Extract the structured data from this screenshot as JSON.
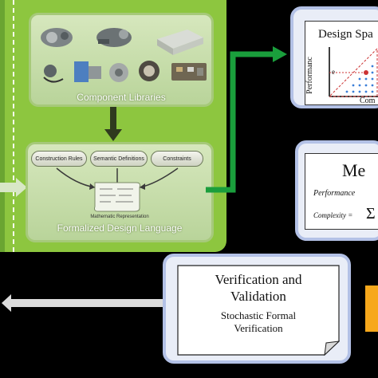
{
  "component_libraries": {
    "caption": "Component Libraries"
  },
  "design_language": {
    "caption": "Formalized Design Language",
    "math_caption": "Mathematic Representation",
    "items": [
      "Construction Rules",
      "Semantic Definitions",
      "Constraints"
    ]
  },
  "design_space": {
    "title": "Design Spa",
    "y_label": "Performanc",
    "x_label": "Com",
    "tick": "e"
  },
  "metrics": {
    "title": "Me",
    "line1": "Performance",
    "line2": "Complexity ="
  },
  "verification": {
    "title_line1": "Verification and",
    "title_line2": "Validation",
    "sub_line1": "Stochastic Formal",
    "sub_line2": "Verification"
  },
  "colors": {
    "panel": "#8dc63f",
    "arrow_green": "#1a9e3c",
    "arrow_dark": "#2f3a1e",
    "box_border": "#b3c1e6",
    "accent_yellow": "#f7a81b"
  }
}
